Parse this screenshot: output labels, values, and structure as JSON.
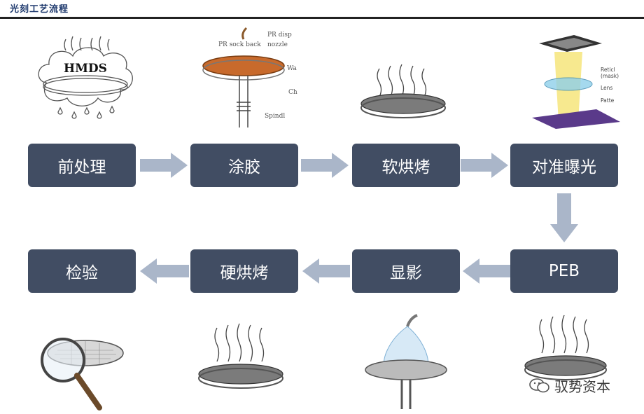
{
  "header": {
    "title": "光刻工艺流程"
  },
  "steps": [
    "前处理",
    "涂胶",
    "软烘烤",
    "对准曝光",
    "PEB",
    "显影",
    "硬烘烤",
    "检验"
  ],
  "illustrations": {
    "hmds_label": "HMDS",
    "coat_labels": [
      "PR sock back",
      "PR disp",
      "nozzle",
      "Wa",
      "Ch",
      "Spindl"
    ],
    "expose_labels": [
      "Reticl",
      "(mask)",
      "Lens",
      "Patte"
    ]
  },
  "watermark": {
    "text": "驭势资本",
    "icon": "wechat-icon"
  },
  "colors": {
    "box": "#414d63",
    "arrow": "#aab6c9",
    "text": "#ffffff"
  }
}
